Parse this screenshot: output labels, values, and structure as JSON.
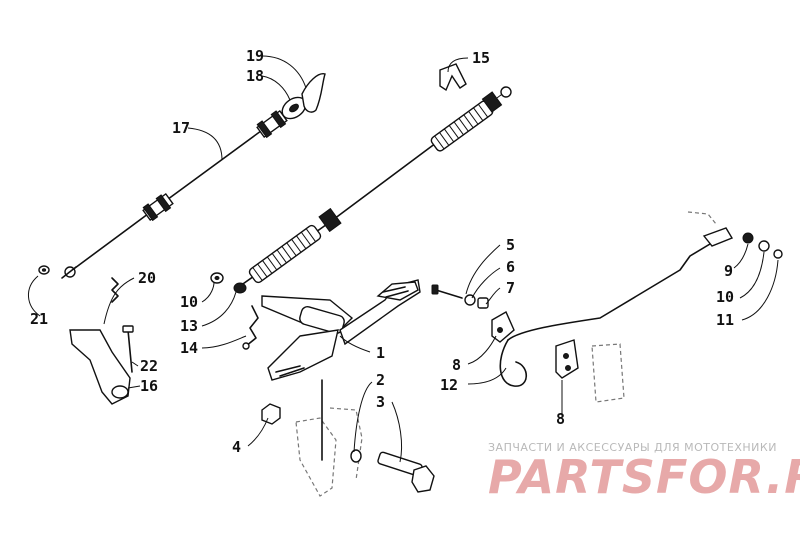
{
  "callouts": {
    "c1": "1",
    "c2": "2",
    "c3": "3",
    "c4": "4",
    "c5": "5",
    "c6": "6",
    "c7": "7",
    "c8a": "8",
    "c8b": "8",
    "c9": "9",
    "c10a": "10",
    "c10b": "10",
    "c11": "11",
    "c12": "12",
    "c13": "13",
    "c14": "14",
    "c15": "15",
    "c16": "16",
    "c17": "17",
    "c18": "18",
    "c19": "19",
    "c20": "20",
    "c21": "21",
    "c22": "22"
  },
  "watermark": {
    "tagline": "ЗАПЧАСТИ И АКСЕССУАРЫ ДЛЯ МОТОТЕХНИКИ",
    "brand": "PARTSFOR.RU"
  },
  "colors": {
    "ink": "#111111",
    "watermark_brand": "#e7a9a9",
    "watermark_tagline": "#b9b9b9"
  }
}
